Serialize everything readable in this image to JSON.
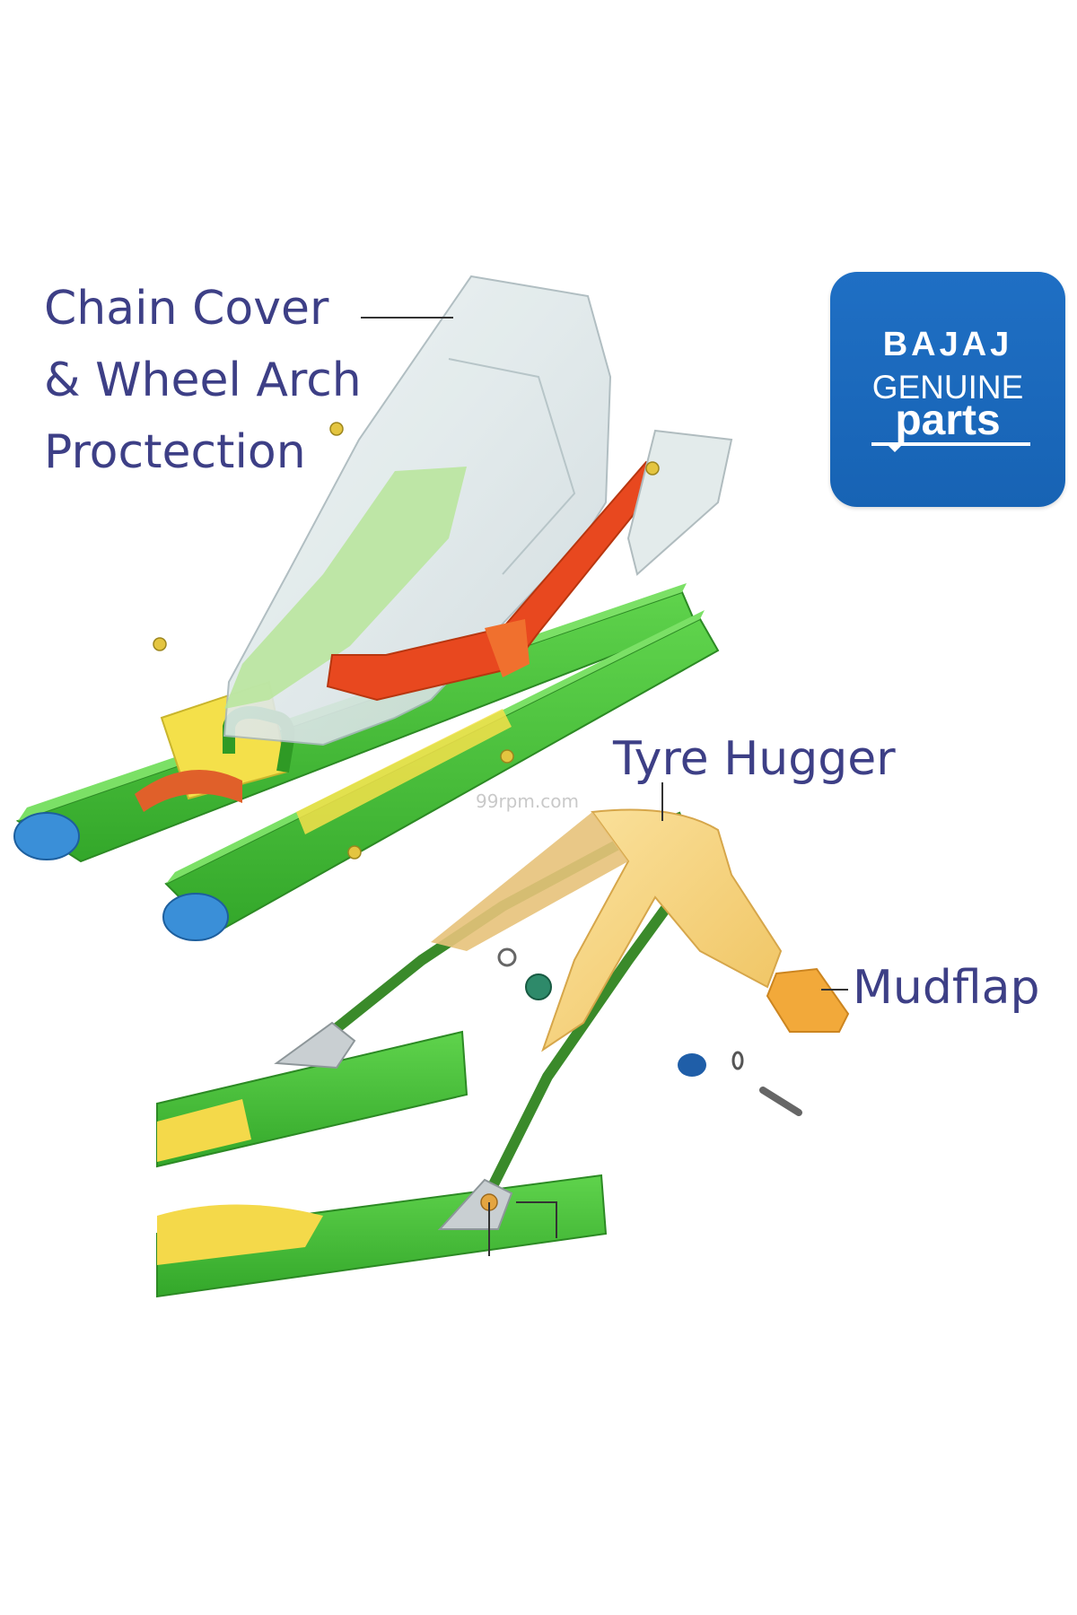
{
  "labels": {
    "chain_cover_line1": "Chain Cover",
    "chain_cover_line2": "& Wheel Arch",
    "chain_cover_line3": "Proctection",
    "tyre_hugger": "Tyre Hugger",
    "mudflap": "Mudflap"
  },
  "badge": {
    "brand": "BAJAJ",
    "subtitle": "GENUINE",
    "product": "parts"
  },
  "watermark": "99rpm.com",
  "colors": {
    "label_text": "#3d3f86",
    "badge_blue": "#1f6fc4",
    "swingarm_green": "#4cc43a",
    "chain_cover": "#dfe8ea",
    "bracket_red": "#e8481f",
    "hugger_yellow": "#f6cf78",
    "mudflap_orange": "#f2a93a",
    "pivot_blue": "#3a8fd8"
  },
  "icons": [
    "bajaj-genuine-parts-logo",
    "bolt-icon",
    "washer-icon",
    "nut-icon"
  ]
}
